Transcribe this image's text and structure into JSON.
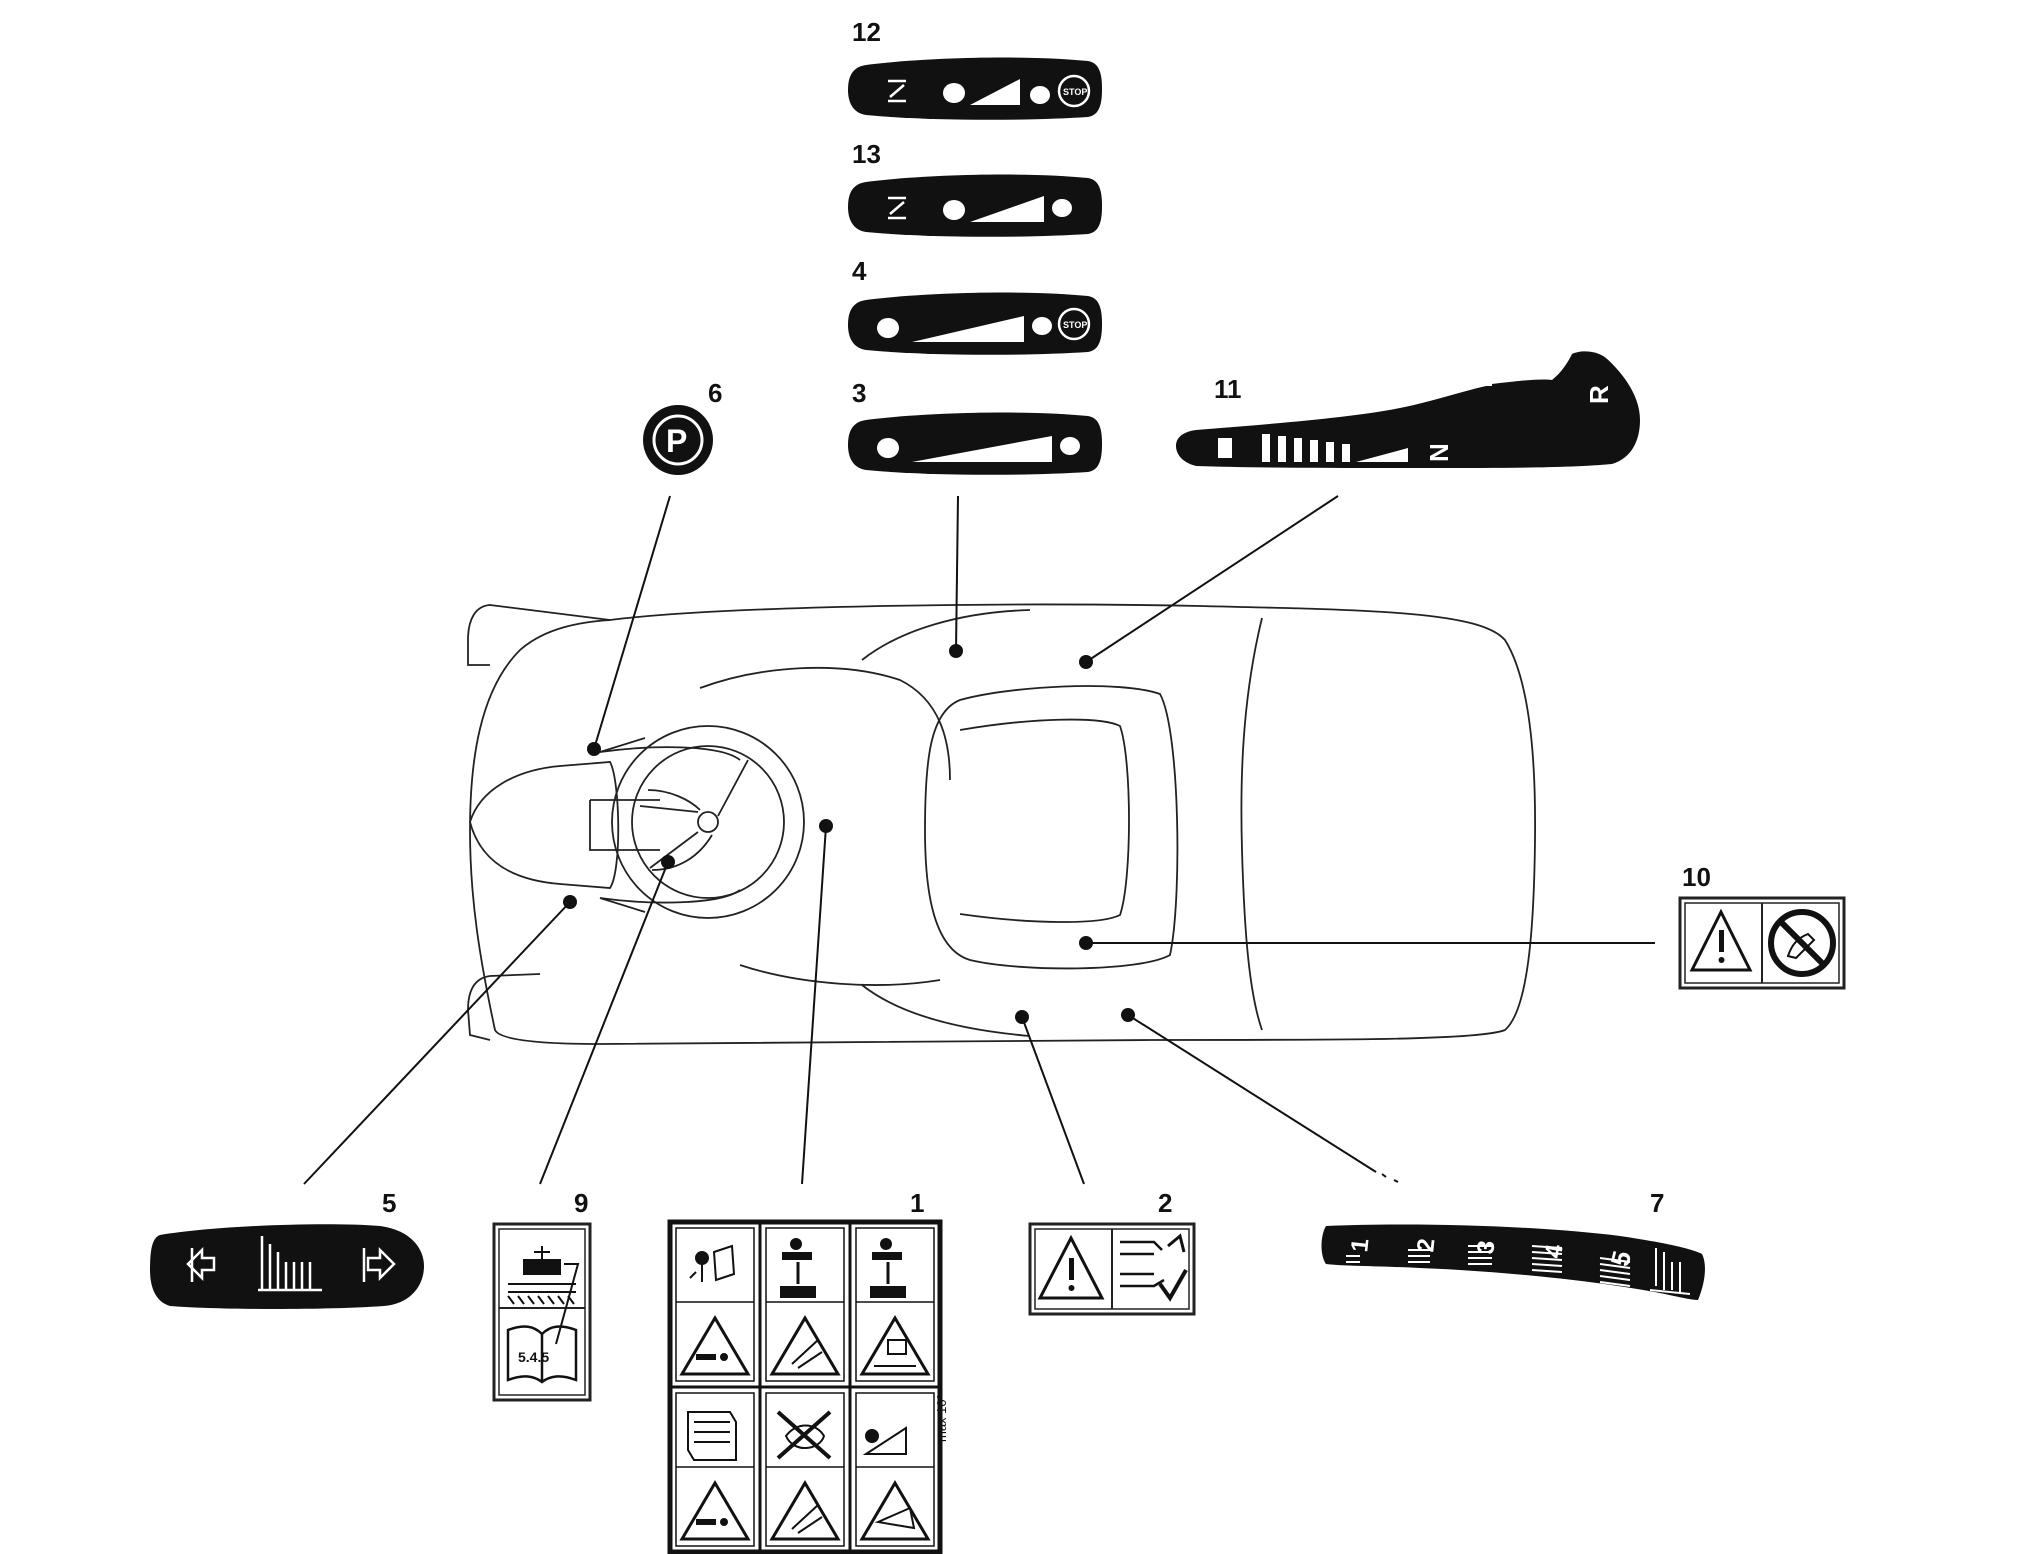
{
  "callouts": {
    "n1": "1",
    "n2": "2",
    "n3": "3",
    "n4": "4",
    "n5": "5",
    "n6": "6",
    "n7": "7",
    "n9": "9",
    "n10": "10",
    "n11": "11",
    "n12": "12",
    "n13": "13"
  },
  "decals": {
    "stop": "STOP",
    "parking": "P",
    "gear_n": "N",
    "gear_r": "R",
    "manual_ref": "5.4.5",
    "max_slope": "max 10°",
    "height_marks": [
      "1",
      "2",
      "3",
      "4",
      "5"
    ]
  },
  "colors": {
    "decal": "#111111",
    "line": "#111111",
    "background": "#ffffff"
  }
}
